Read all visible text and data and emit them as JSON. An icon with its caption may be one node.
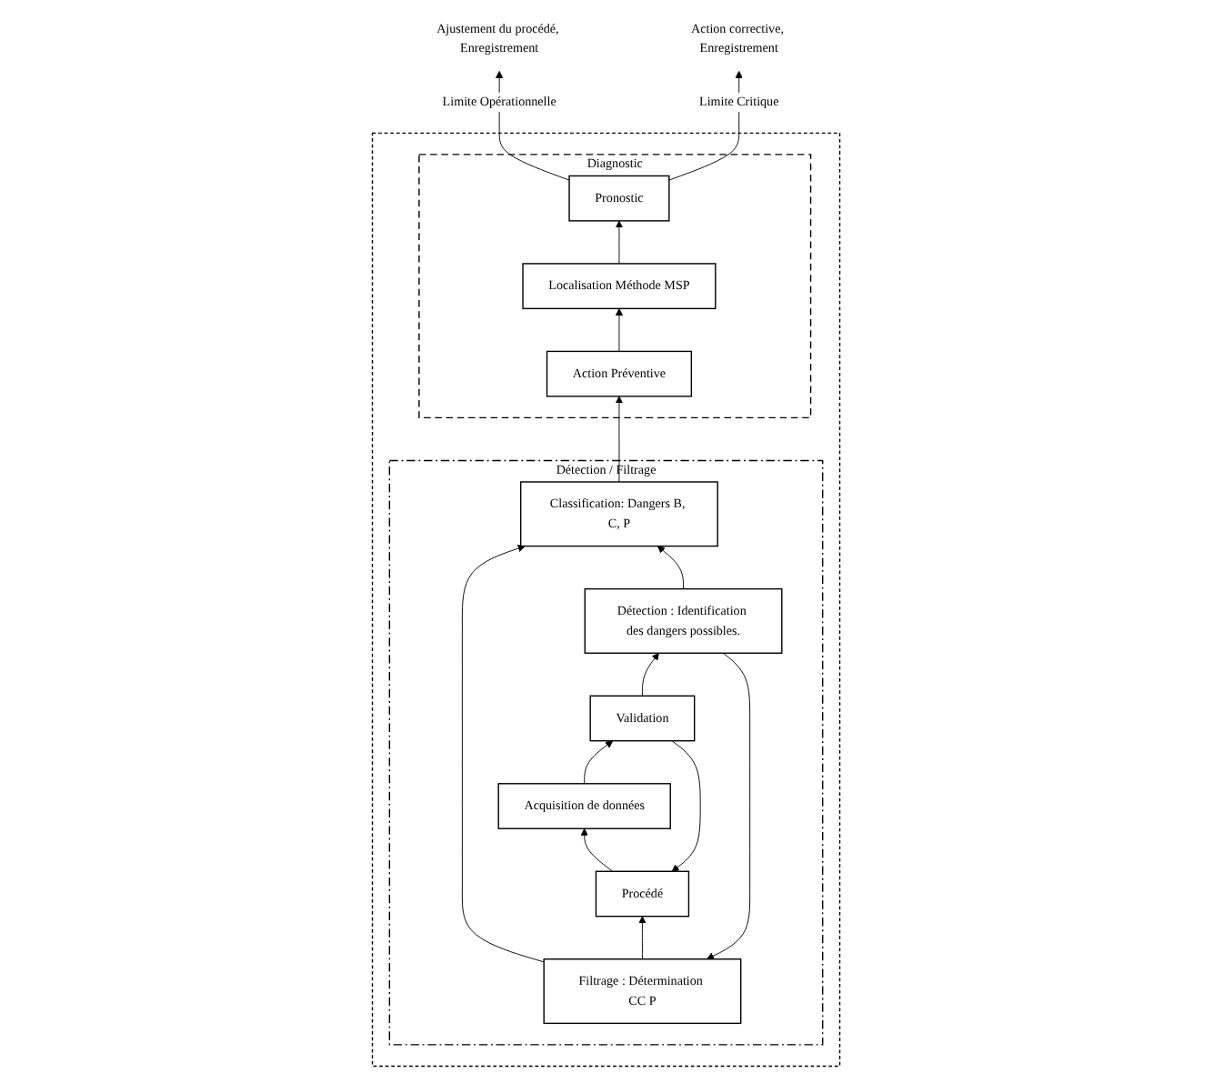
{
  "diagram": {
    "nodes": [
      {
        "text": [],
        "shape": "box"
      },
      {
        "text": [
          "Diagnostic"
        ],
        "in": 0
      },
      {
        "text": [
          "Pronostic"
        ],
        "in": 1
      },
      {
        "text": [
          "Localisation Méthode MSP"
        ],
        "in": 1
      },
      {
        "text": [
          "Action Préventive"
        ],
        "in": 1
      },
      {
        "text": [
          "Détection / Filtrage"
        ],
        "in": 0
      },
      {
        "text": [
          "Classification: Dangers B, C, P"
        ],
        "in": 5
      },
      {
        "text": [
          "Filtrage : Détermination CC P"
        ],
        "in": 5
      },
      {
        "text": [
          "Détection : Identification des dangers possibles."
        ],
        "in": 5
      },
      {
        "text": [
          "Validation"
        ],
        "in": 5
      },
      {
        "text": [
          "Acquisition de données"
        ],
        "in": 5
      },
      {
        "text": [
          "Procédé"
        ],
        "in": 5
      },
      {
        "text": [
          "Ajustement du procédé, Enregistrement"
        ]
      },
      {
        "text": [
          "Action corrective, Enregistrement"
        ]
      }
    ],
    "edges": [
      {
        "from": 2,
        "to": 12,
        "arrow": "to",
        "label": "Limite Opérationnelle"
      },
      {
        "from": 2,
        "to": 13,
        "arrow": "to",
        "label": "Limite Critique"
      },
      {
        "from": 3,
        "to": 2,
        "arrow": "to"
      },
      {
        "from": 4,
        "to": 3,
        "arrow": "to"
      },
      {
        "from": 6,
        "to": 4,
        "arrow": "to"
      },
      {
        "from": 7,
        "to": 6,
        "arrow": "to"
      },
      {
        "from": 8,
        "to": 7,
        "arrow": "to"
      },
      {
        "from": 8,
        "to": 6,
        "arrow": "to"
      },
      {
        "from": 9,
        "to": 8,
        "arrow": "to"
      },
      {
        "from": 10,
        "to": 9,
        "arrow": "to"
      },
      {
        "from": 11,
        "to": 10,
        "arrow": "to"
      },
      {
        "from": 9,
        "to": 11,
        "arrow": "to"
      },
      {
        "from": 7,
        "to": 11,
        "arrow": "to"
      }
    ]
  }
}
